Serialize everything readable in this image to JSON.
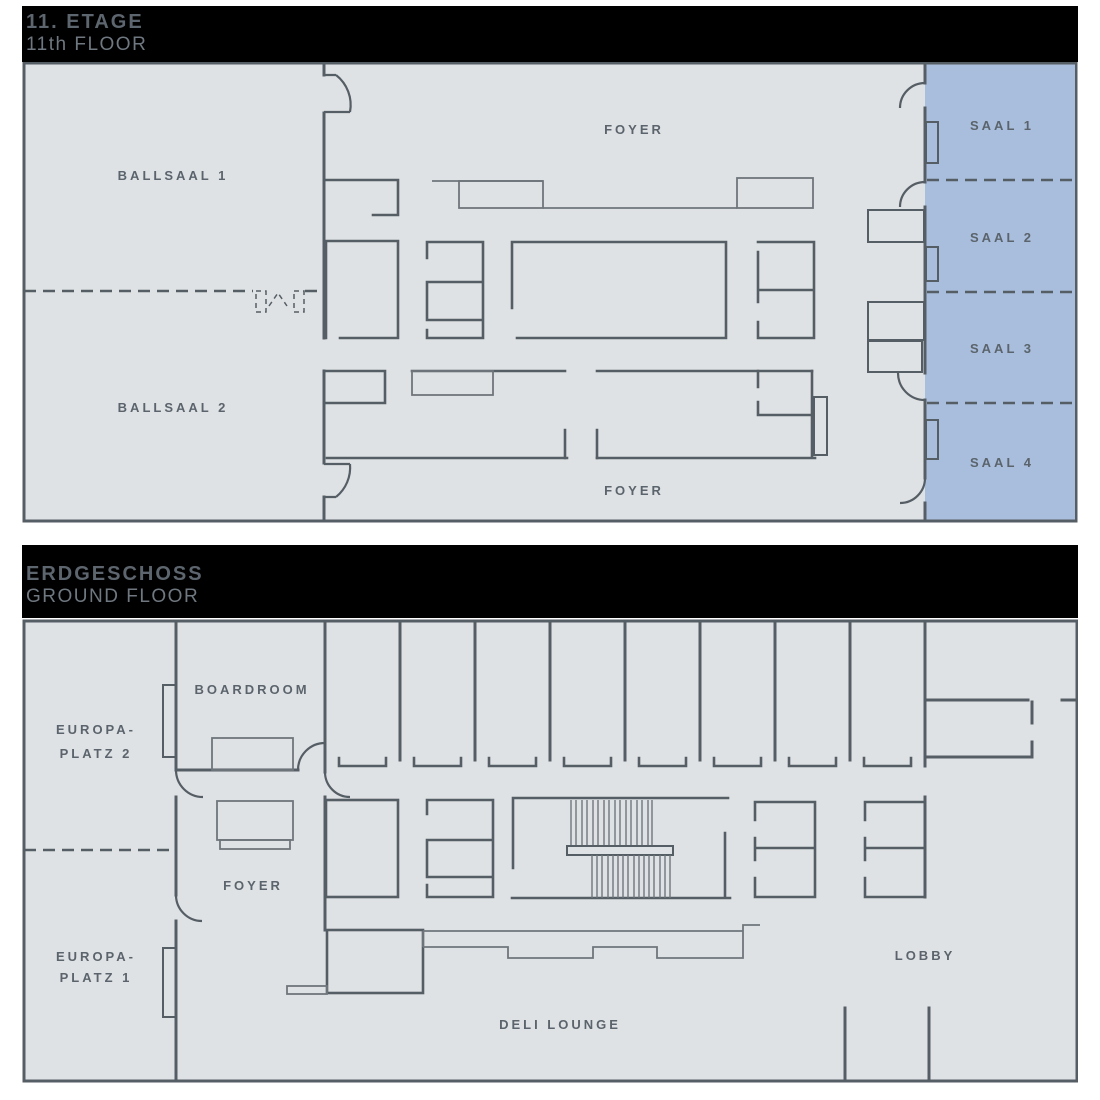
{
  "colors": {
    "headerbg": "#000000",
    "title": "#5d666e",
    "subtitle": "#6f7880",
    "planbg": "#dfe2e5",
    "wall": "#565e65",
    "furn": "#6e767c",
    "highlight": "#a9bedc",
    "label": "#5b646c",
    "pagebg": "#ffffff"
  },
  "floors": [
    {
      "id": "floor-11",
      "title": "11. ETAGE",
      "subtitle": "11th FLOOR",
      "rooms": {
        "ballsaal1": "BALLSAAL 1",
        "ballsaal2": "BALLSAAL 2",
        "foyer_top": "FOYER",
        "foyer_bottom": "FOYER",
        "saal1": "SAAL 1",
        "saal2": "SAAL 2",
        "saal3": "SAAL 3",
        "saal4": "SAAL 4"
      }
    },
    {
      "id": "ground-floor",
      "title": "ERDGESCHOSS",
      "subtitle": "GROUND FLOOR",
      "rooms": {
        "europaplatz2_line1": "EUROPA-",
        "europaplatz2_line2": "PLATZ 2",
        "boardroom": "BOARDROOM",
        "foyer": "FOYER",
        "europaplatz1_line1": "EUROPA-",
        "europaplatz1_line2": "PLATZ 1",
        "deli_lounge": "DELI LOUNGE",
        "lobby": "LOBBY"
      }
    }
  ]
}
